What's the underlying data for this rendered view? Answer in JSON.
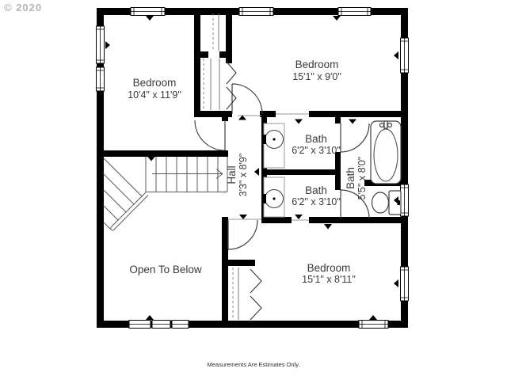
{
  "watermark": "© 2020",
  "disclaimer": "Measurements Are Estimates Only.",
  "rooms": {
    "bedroom_top_left": {
      "name": "Bedroom",
      "dims": "10'4\" x 11'9\""
    },
    "bedroom_top_right": {
      "name": "Bedroom",
      "dims": "15'1\" x 9'0\""
    },
    "bedroom_bottom_right": {
      "name": "Bedroom",
      "dims": "15'1\" x 8'11\""
    },
    "bath_top": {
      "name": "Bath",
      "dims": "6'2\" x 3'10\""
    },
    "bath_bottom": {
      "name": "Bath",
      "dims": "6'2\" x 3'10\""
    },
    "bath_right": {
      "name": "Bath",
      "dims": "5'5\" x 8'0\""
    },
    "hall": {
      "name": "Hall",
      "dims": "3'3\" x 8'9\""
    },
    "open_to_below": {
      "name": "Open To Below"
    }
  },
  "colors": {
    "wall": "#000000",
    "background": "#ffffff",
    "label": "#3a3a3a",
    "watermark": "#b4b4b4"
  }
}
